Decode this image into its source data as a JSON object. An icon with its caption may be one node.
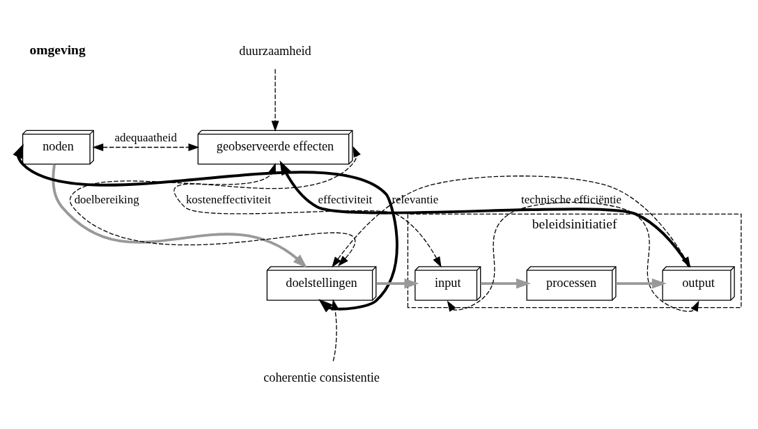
{
  "diagram": {
    "nodes": [
      {
        "text": [
          "noden"
        ]
      },
      {
        "text": [
          "geobserveerde effecten"
        ]
      },
      {
        "text": [
          "doelstellingen"
        ]
      },
      {
        "text": [
          "beleidsinitiatief"
        ]
      },
      {
        "text": [
          "input"
        ],
        "in": 3
      },
      {
        "text": [
          "processen"
        ],
        "in": 3
      },
      {
        "text": [
          "output"
        ],
        "in": 3
      },
      {
        "text": [
          "duurzaamheid"
        ]
      },
      {
        "text": [
          "coherentie consistentie"
        ]
      }
    ],
    "edges": [
      {
        "from": 0,
        "to": 1,
        "arrow": "both",
        "style": "dashed",
        "label": "adequaatheid"
      },
      {
        "from": 2,
        "to": 1,
        "arrow": "both",
        "style": "dashed",
        "label": "doelbereiking"
      },
      {
        "from": 2,
        "to": 6,
        "arrow": "both",
        "style": "dashed"
      },
      {
        "from": 0,
        "to": 2,
        "arrow": "to",
        "style": "thick",
        "color": "#999999"
      },
      {
        "from": 2,
        "to": 4,
        "arrow": "to",
        "style": "thick",
        "color": "#999999"
      },
      {
        "from": 4,
        "to": 5,
        "arrow": "to",
        "style": "thick",
        "color": "#999999"
      },
      {
        "from": 5,
        "to": 6,
        "arrow": "to",
        "style": "thick",
        "color": "#999999"
      },
      {
        "from": 6,
        "to": 1,
        "arrow": "to",
        "style": "thick",
        "label": "effectiviteit"
      },
      {
        "from": 2,
        "to": 0,
        "arrow": "both",
        "style": "thick",
        "label": "relevantie"
      },
      {
        "from": 7,
        "to": 1,
        "arrow": "to",
        "style": "dashed"
      },
      {
        "from": 8,
        "to": 2,
        "arrow": "to",
        "style": "dashed"
      },
      {
        "from": 4,
        "to": 6,
        "arrow": "both",
        "style": "dashed",
        "label": "technische efficiëntie"
      },
      {
        "from": 4,
        "to": 1,
        "arrow": "both",
        "style": "dashed",
        "label": "kosteneffectiviteit"
      }
    ],
    "labels": [
      "omgeving"
    ]
  }
}
